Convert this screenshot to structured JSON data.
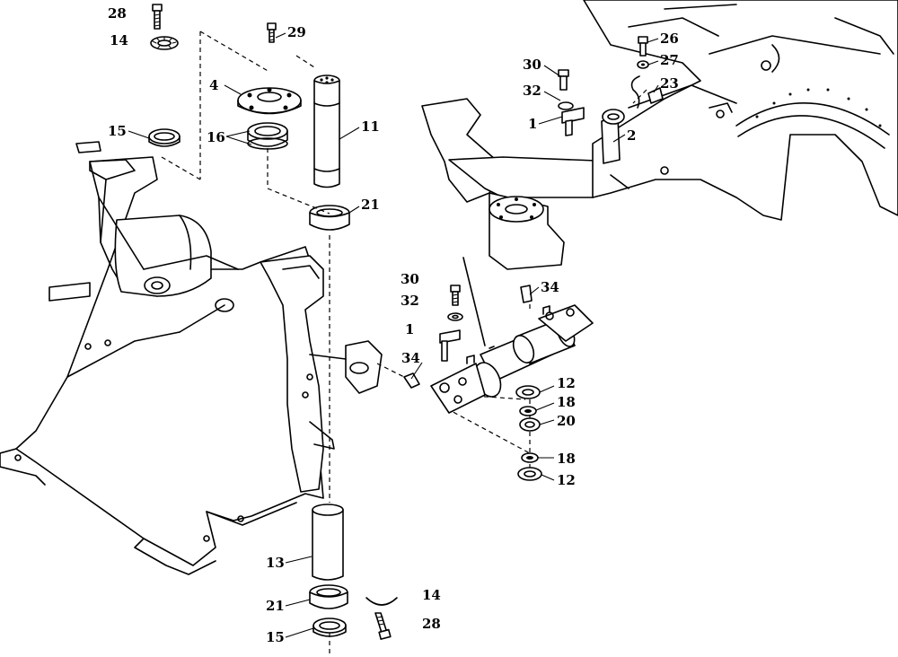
{
  "callouts": [
    {
      "id": "c28a",
      "text": "28"
    },
    {
      "id": "c14a",
      "text": "14"
    },
    {
      "id": "c29",
      "text": "29"
    },
    {
      "id": "c4",
      "text": "4"
    },
    {
      "id": "c15a",
      "text": "15"
    },
    {
      "id": "c16",
      "text": "16"
    },
    {
      "id": "c11",
      "text": "11"
    },
    {
      "id": "c21a",
      "text": "21"
    },
    {
      "id": "c30a",
      "text": "30"
    },
    {
      "id": "c32a",
      "text": "32"
    },
    {
      "id": "c1a",
      "text": "1"
    },
    {
      "id": "c2",
      "text": "2"
    },
    {
      "id": "c26",
      "text": "26"
    },
    {
      "id": "c27",
      "text": "27"
    },
    {
      "id": "c23",
      "text": "23"
    },
    {
      "id": "c34a",
      "text": "34"
    },
    {
      "id": "c30b",
      "text": "30"
    },
    {
      "id": "c32b",
      "text": "32"
    },
    {
      "id": "c1b",
      "text": "1"
    },
    {
      "id": "c34b",
      "text": "34"
    },
    {
      "id": "c12a",
      "text": "12"
    },
    {
      "id": "c18a",
      "text": "18"
    },
    {
      "id": "c20",
      "text": "20"
    },
    {
      "id": "c18b",
      "text": "18"
    },
    {
      "id": "c12b",
      "text": "12"
    },
    {
      "id": "c13",
      "text": "13"
    },
    {
      "id": "c21b",
      "text": "21"
    },
    {
      "id": "c15b",
      "text": "15"
    },
    {
      "id": "c14b",
      "text": "14"
    },
    {
      "id": "c28b",
      "text": "28"
    }
  ]
}
